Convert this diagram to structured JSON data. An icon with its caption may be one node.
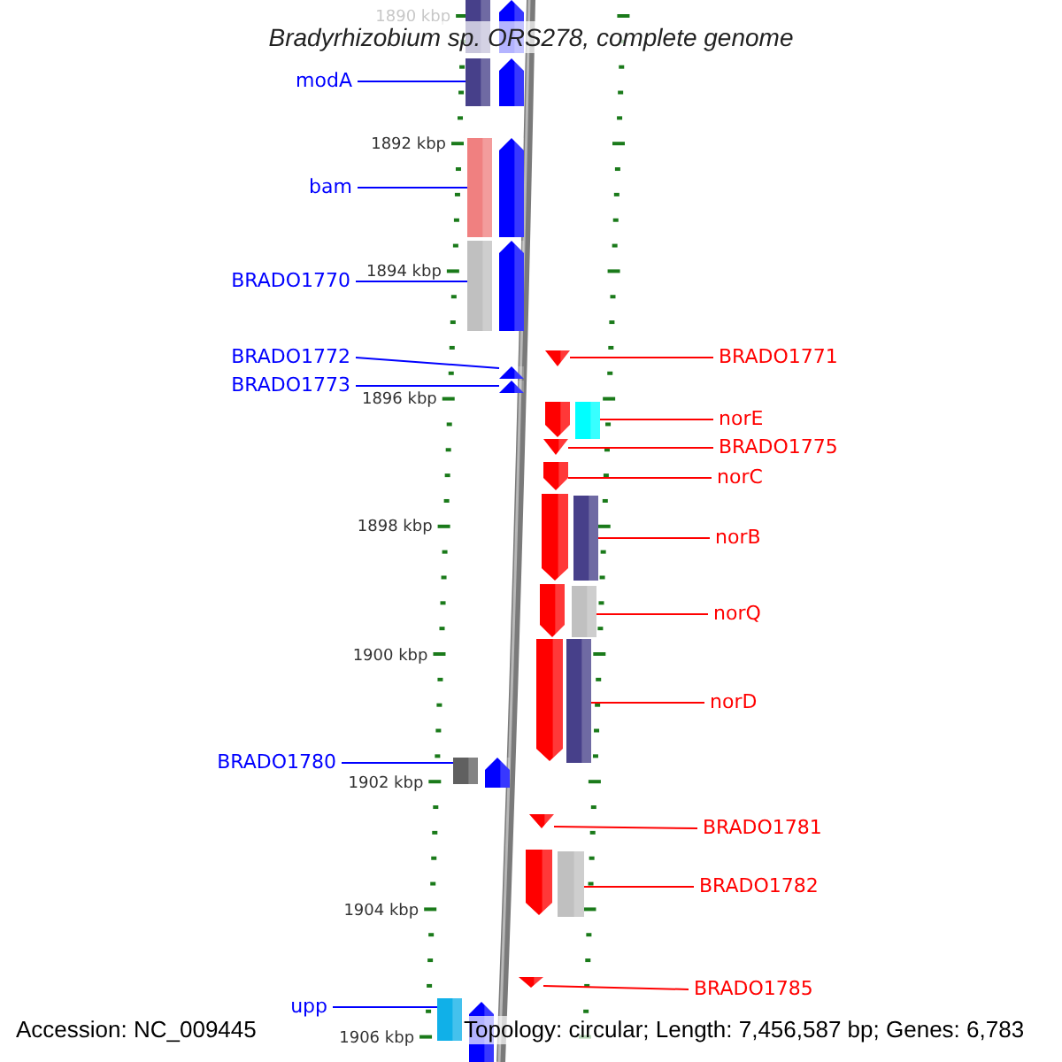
{
  "diagram": {
    "title": "Bradyrhizobium sp. ORS278, complete genome",
    "nodes": [
      {
        "text": [],
        "shape": "bar"
      },
      {
        "text": [],
        "shape": "arrow"
      },
      {
        "text": [
          "modA"
        ]
      },
      {
        "text": [],
        "shape": "bar"
      },
      {
        "text": [],
        "shape": "arrow"
      },
      {
        "text": [
          "bam"
        ]
      },
      {
        "text": [],
        "shape": "bar"
      },
      {
        "text": [],
        "shape": "arrow"
      },
      {
        "text": [
          "BRADO1770"
        ]
      },
      {
        "text": [],
        "shape": "bar"
      },
      {
        "text": [],
        "shape": "arrow"
      },
      {
        "text": [
          "BRADO1772"
        ]
      },
      {
        "text": [],
        "shape": "arrow"
      },
      {
        "text": [
          "BRADO1773"
        ]
      },
      {
        "text": [],
        "shape": "arrow"
      },
      {
        "text": [
          "BRADO1771"
        ]
      },
      {
        "text": [],
        "shape": "arrow"
      },
      {
        "text": [
          "norE"
        ]
      },
      {
        "text": [],
        "shape": "arrow"
      },
      {
        "text": [],
        "shape": "bar"
      },
      {
        "text": [
          "BRADO1775"
        ]
      },
      {
        "text": [],
        "shape": "arrow"
      },
      {
        "text": [
          "norC"
        ]
      },
      {
        "text": [],
        "shape": "arrow"
      },
      {
        "text": [
          "norB"
        ]
      },
      {
        "text": [],
        "shape": "arrow"
      },
      {
        "text": [],
        "shape": "bar"
      },
      {
        "text": [
          "norQ"
        ]
      },
      {
        "text": [],
        "shape": "arrow"
      },
      {
        "text": [],
        "shape": "bar"
      },
      {
        "text": [
          "norD"
        ]
      },
      {
        "text": [],
        "shape": "arrow"
      },
      {
        "text": [],
        "shape": "bar"
      },
      {
        "text": [
          "BRADO1780"
        ]
      },
      {
        "text": [],
        "shape": "bar"
      },
      {
        "text": [],
        "shape": "arrow"
      },
      {
        "text": [
          "BRADO1781"
        ]
      },
      {
        "text": [],
        "shape": "arrow"
      },
      {
        "text": [
          "BRADO1782"
        ]
      },
      {
        "text": [],
        "shape": "arrow"
      },
      {
        "text": [],
        "shape": "bar"
      },
      {
        "text": [
          "BRADO1785"
        ]
      },
      {
        "text": [],
        "shape": "arrow"
      },
      {
        "text": [
          "upp"
        ]
      },
      {
        "text": [],
        "shape": "bar"
      },
      {
        "text": [],
        "shape": "arrow"
      }
    ],
    "edges": [
      {
        "from": 2,
        "to": 3,
        "arrow": "none",
        "color": "#0000ff"
      },
      {
        "from": 5,
        "to": 6,
        "arrow": "none",
        "color": "#0000ff"
      },
      {
        "from": 8,
        "to": 9,
        "arrow": "none",
        "color": "#0000ff"
      },
      {
        "from": 11,
        "to": 12,
        "arrow": "none",
        "color": "#0000ff"
      },
      {
        "from": 13,
        "to": 14,
        "arrow": "none",
        "color": "#0000ff"
      },
      {
        "from": 15,
        "to": 16,
        "arrow": "none",
        "color": "#ff0000"
      },
      {
        "from": 17,
        "to": 19,
        "arrow": "none",
        "color": "#ff0000"
      },
      {
        "from": 20,
        "to": 21,
        "arrow": "none",
        "color": "#ff0000"
      },
      {
        "from": 22,
        "to": 23,
        "arrow": "none",
        "color": "#ff0000"
      },
      {
        "from": 24,
        "to": 26,
        "arrow": "none",
        "color": "#ff0000"
      },
      {
        "from": 27,
        "to": 29,
        "arrow": "none",
        "color": "#ff0000"
      },
      {
        "from": 30,
        "to": 32,
        "arrow": "none",
        "color": "#ff0000"
      },
      {
        "from": 33,
        "to": 34,
        "arrow": "none",
        "color": "#0000ff"
      },
      {
        "from": 36,
        "to": 37,
        "arrow": "none",
        "color": "#ff0000"
      },
      {
        "from": 38,
        "to": 40,
        "arrow": "none",
        "color": "#ff0000"
      },
      {
        "from": 41,
        "to": 42,
        "arrow": "none",
        "color": "#ff0000"
      },
      {
        "from": 43,
        "to": 44,
        "arrow": "none",
        "color": "#0000ff"
      }
    ],
    "labels": [
      "1890 kbp",
      "1892 kbp",
      "1894 kbp",
      "1896 kbp",
      "1898 kbp",
      "1900 kbp",
      "1902 kbp",
      "1904 kbp",
      "1906 kbp",
      "Accession: NC_009445",
      "Topology: circular; Length: 7,456,587 bp; Genes: 6,783"
    ]
  }
}
